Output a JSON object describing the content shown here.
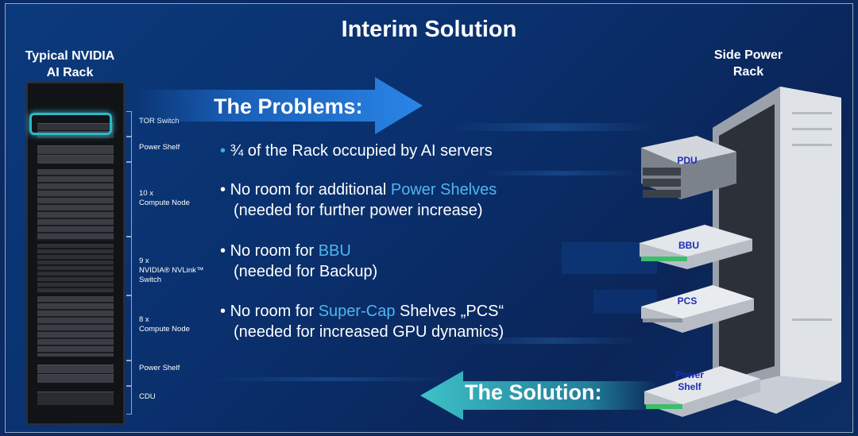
{
  "slide": {
    "title": "Interim Solution",
    "left_header_line1": "Typical NVIDIA",
    "left_header_line2": "AI Rack",
    "right_header_line1": "Side Power",
    "right_header_line2": "Rack"
  },
  "rack_components": [
    {
      "label_line1": "TOR Switch",
      "label_line2": ""
    },
    {
      "label_line1": "Power Shelf",
      "label_line2": ""
    },
    {
      "label_line1": "10 x",
      "label_line2": "Compute Node"
    },
    {
      "label_line1": "9 x",
      "label_line2": "NVIDIA® NVLink™",
      "label_line3": "Switch"
    },
    {
      "label_line1": "8 x",
      "label_line2": "Compute Node"
    },
    {
      "label_line1": "Power Shelf",
      "label_line2": ""
    },
    {
      "label_line1": "CDU",
      "label_line2": ""
    }
  ],
  "problems": {
    "heading": "The Problems:",
    "b1": "¾ of the Rack occupied by AI servers",
    "b2_pre": "No room for additional ",
    "b2_hl": "Power Shelves",
    "b2_sub": "(needed for further power increase)",
    "b3_pre": "No room for ",
    "b3_hl": "BBU",
    "b3_sub": "(needed for Backup)",
    "b4_pre": "No room for ",
    "b4_hl": "Super-Cap",
    "b4_post": " Shelves „PCS“",
    "b4_sub": "(needed for increased GPU dynamics)"
  },
  "solution": {
    "heading": "The Solution:"
  },
  "side_rack_labels": {
    "pdu": "PDU",
    "bbu": "BBU",
    "pcs": "PCS",
    "power_shelf_line1": "Power",
    "power_shelf_line2": "Shelf"
  },
  "colors": {
    "highlight": "#4fb6f0",
    "accent_teal": "#2fb7c8",
    "label_blue": "#1c2cb8"
  }
}
